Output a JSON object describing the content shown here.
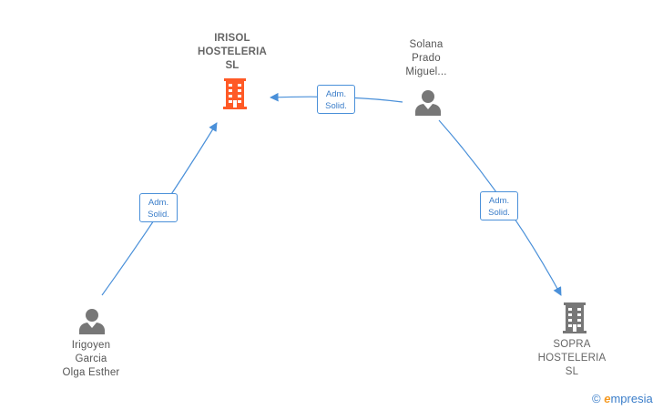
{
  "nodes": {
    "irisol": {
      "lines": [
        "IRISOL",
        "HOSTELERIA",
        "SL"
      ],
      "type": "company",
      "color": "#ff5a26"
    },
    "solana": {
      "lines": [
        "Solana",
        "Prado",
        "Miguel..."
      ],
      "type": "person"
    },
    "irigoyen": {
      "lines": [
        "Irigoyen",
        "Garcia",
        "Olga Esther"
      ],
      "type": "person"
    },
    "sopra": {
      "lines": [
        "SOPRA",
        "HOSTELERIA",
        "SL"
      ],
      "type": "company",
      "color": "#777777"
    }
  },
  "edges": [
    {
      "from": "solana",
      "to": "irisol",
      "label": [
        "Adm.",
        "Solid."
      ]
    },
    {
      "from": "irigoyen",
      "to": "irisol",
      "label": [
        "Adm.",
        "Solid."
      ]
    },
    {
      "from": "solana",
      "to": "sopra",
      "label": [
        "Adm.",
        "Solid."
      ]
    }
  ],
  "colors": {
    "edge": "#4a90d9",
    "person": "#777777"
  },
  "brand": {
    "copyright": "©",
    "first_letter": "e",
    "rest": "mpresia"
  }
}
